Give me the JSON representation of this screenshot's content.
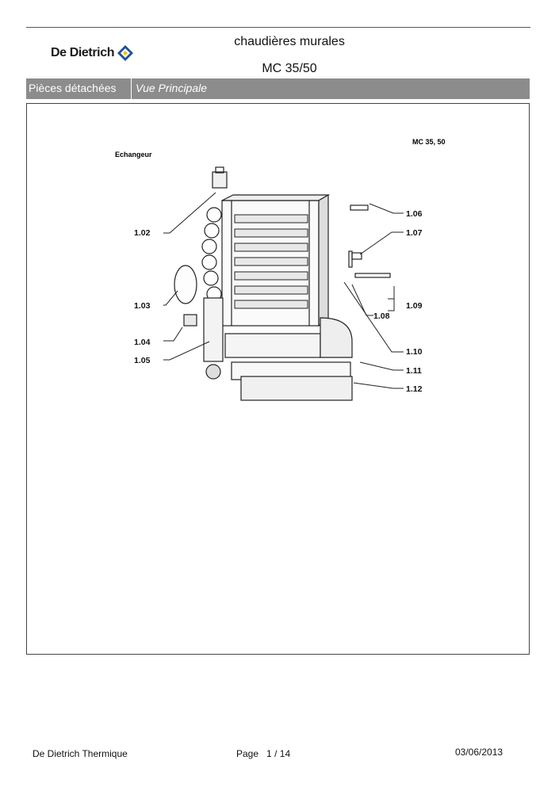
{
  "header": {
    "brand": "De Dietrich",
    "title_line1": "chaudières murales",
    "title_line2": "MC 35/50"
  },
  "tabs": {
    "section": "Pièces détachées",
    "view": "Vue Principale"
  },
  "drawing": {
    "heading": "Echangeur",
    "model": "MC 35, 50",
    "callouts": [
      "1.02",
      "1.03",
      "1.04",
      "1.05",
      "1.06",
      "1.07",
      "1.08",
      "1.09",
      "1.10",
      "1.11",
      "1.12"
    ]
  },
  "footer": {
    "company": "De Dietrich Thermique",
    "page_label": "Page",
    "page_current": "1",
    "page_sep": "/",
    "page_total": "14",
    "date": "03/06/2013"
  },
  "colors": {
    "tab_bar": "#8c8c8c",
    "logo_blue": "#1f4f9c",
    "logo_yellow": "#f2c200"
  }
}
